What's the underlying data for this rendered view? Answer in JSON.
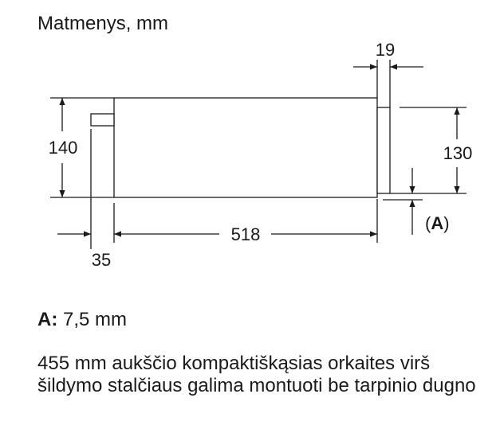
{
  "title": "Matmenys, mm",
  "dimensions": {
    "depth_front": "19",
    "height_total": "140",
    "height_front": "130",
    "width_body": "518",
    "offset_back": "35",
    "detail_label_open": "(",
    "detail_label_letter": "A",
    "detail_label_close": ")"
  },
  "notes": {
    "a_key": "A:",
    "a_value": "7,5 mm",
    "text": "455 mm aukščio kompaktiškąsias orkaites virš šildymo stalčiaus galima montuoti be tarpinio dugno"
  }
}
